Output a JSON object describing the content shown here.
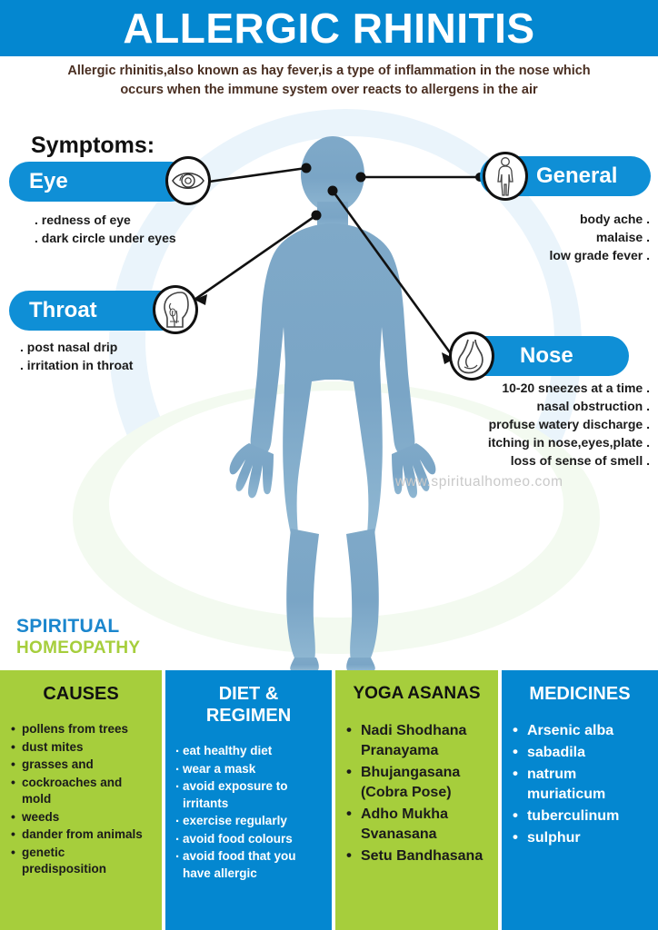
{
  "header": {
    "title": "ALLERGIC RHINITIS",
    "band_color": "#0487d0",
    "intro": "Allergic rhinitis,also known as hay fever,is a type of inflammation in the nose which occurs when the immune system over reacts to allergens in the air"
  },
  "symptoms": {
    "heading": "Symptoms:",
    "eye": {
      "label": "Eye",
      "icon": "eye-icon",
      "items": [
        ". redness of eye",
        ". dark circle under eyes"
      ]
    },
    "throat": {
      "label": "Throat",
      "icon": "throat-head-icon",
      "items": [
        ". post nasal drip",
        ". irritation in throat"
      ]
    },
    "general": {
      "label": "General",
      "icon": "body-figure-icon",
      "items": [
        "body ache .",
        "malaise .",
        "low grade fever ."
      ]
    },
    "nose": {
      "label": "Nose",
      "icon": "nose-icon",
      "items": [
        "10-20 sneezes at a time .",
        "nasal obstruction .",
        "profuse watery discharge .",
        "itching in nose,eyes,plate .",
        "loss of sense of smell ."
      ]
    }
  },
  "watermark": "www.spiritualhomeo.com",
  "logo": {
    "line1": "SPIRITUAL",
    "line2": "HOMEOPATHY",
    "line1_color": "#1b86cd",
    "line2_color": "#a6ce3c"
  },
  "panels": [
    {
      "title": "CAUSES",
      "style": "green",
      "bullet": "dot-disc",
      "items": [
        "pollens from trees",
        "dust mites",
        "grasses and",
        "cockroaches and mold",
        "weeds",
        "dander from animals",
        "genetic predisposition"
      ]
    },
    {
      "title": "DIET & REGIMEN",
      "style": "blue",
      "bullet": "period",
      "items": [
        "eat healthy diet",
        "wear a mask",
        "avoid exposure to irritants",
        "exercise regularly",
        "avoid food colours",
        "avoid food that you have allergic"
      ]
    },
    {
      "title": "YOGA ASANAS",
      "style": "green",
      "bullet": "dot-disc",
      "items": [
        "Nadi Shodhana Pranayama",
        "Bhujangasana (Cobra Pose)",
        "Adho Mukha Svanasana",
        "Setu Bandhasana"
      ]
    },
    {
      "title": "MEDICINES",
      "style": "blue",
      "bullet": "dot-disc",
      "items": [
        "Arsenic alba",
        "sabadila",
        "natrum muriaticum",
        "tuberculinum",
        "sulphur"
      ]
    }
  ],
  "colors": {
    "brand_blue": "#0487d0",
    "pill_blue": "#0f8fd6",
    "brand_green": "#a6ce3c",
    "body_silhouette": "#7aa7c7",
    "intro_text": "#4a2f22"
  }
}
